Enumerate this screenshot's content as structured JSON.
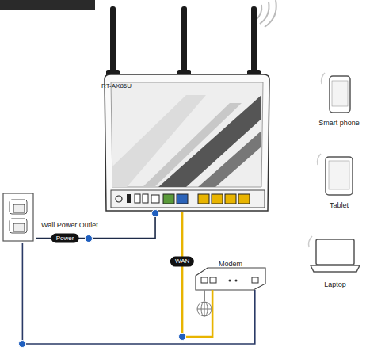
{
  "diagram": {
    "nodes": [
      {
        "text": [
          "RT-AX86U"
        ]
      },
      {
        "text": [
          "Smart phone"
        ]
      },
      {
        "text": [
          "Tablet"
        ]
      },
      {
        "text": [
          "Laptop"
        ]
      },
      {
        "text": [
          "Wall Power Outlet"
        ]
      },
      {
        "text": [
          "Modem"
        ]
      }
    ],
    "edges": [
      {
        "from": 4,
        "to": 0,
        "arrow": "none",
        "label": "Power"
      },
      {
        "from": 0,
        "to": 5,
        "arrow": "none",
        "label": "WAN"
      },
      {
        "from": 4,
        "to": 5,
        "arrow": "none"
      }
    ]
  }
}
